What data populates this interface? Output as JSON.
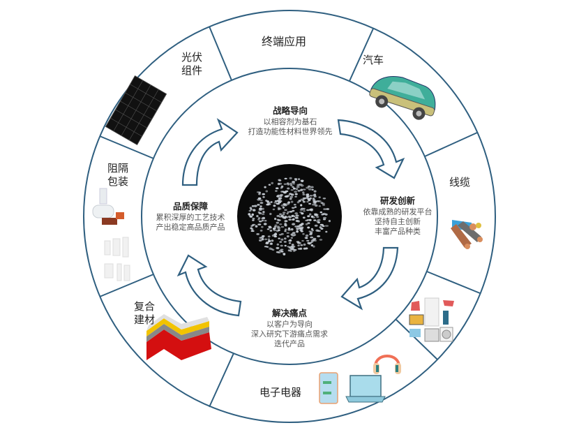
{
  "diagram": {
    "colors": {
      "ring_stroke": "#2f5f80",
      "arrow_stroke": "#2f5f80",
      "center_bg": "#0a0a0a",
      "pellet": "#dfe6ee"
    },
    "center": {
      "label": "pellets-image",
      "description": "white polymer pellets on black disc"
    },
    "cycle": [
      {
        "title": "战略导向",
        "lines": [
          "以相容剂为基石",
          "打造功能性材料世界领先"
        ]
      },
      {
        "title": "研发创新",
        "lines": [
          "依靠成熟的研发平台",
          "坚持自主创新",
          "丰富产品种类"
        ]
      },
      {
        "title": "解决痛点",
        "lines": [
          "以客户为导向",
          "深入研究下游痛点需求",
          "迭代产品"
        ]
      },
      {
        "title": "品质保障",
        "lines": [
          "累积深厚的工艺技术",
          "产出稳定高品质产品"
        ]
      }
    ],
    "outer_ring": {
      "header": "终端应用",
      "segments": [
        {
          "label": "汽车",
          "image": "car-icon"
        },
        {
          "label": "线缆",
          "image": "cable-icon"
        },
        {
          "label": "",
          "image": "home-appliances-icon"
        },
        {
          "label": "电子电器",
          "image": "electronics-icon"
        },
        {
          "label": "复合建材",
          "image": "composite-panel-icon"
        },
        {
          "label": "阻隔包装",
          "image": "packaging-icon"
        },
        {
          "label": "光伏组件",
          "image": "solar-panel-icon"
        }
      ]
    }
  }
}
